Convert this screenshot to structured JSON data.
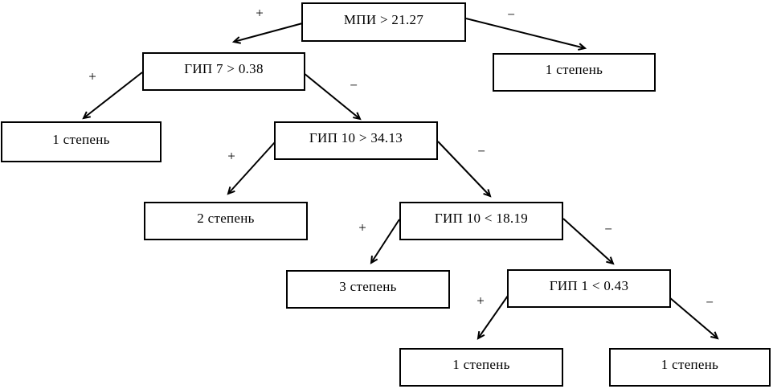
{
  "diagram": {
    "type": "decision-tree",
    "background_color": "#ffffff",
    "line_color": "#000000",
    "nodes": [
      {
        "id": "root",
        "kind": "decision",
        "label": "МПИ > 21.27"
      },
      {
        "id": "gip7",
        "kind": "decision",
        "label": "ГИП 7 > 0.38"
      },
      {
        "id": "deg1-top",
        "kind": "outcome",
        "label": "1 степень"
      },
      {
        "id": "deg1-left",
        "kind": "outcome",
        "label": "1 степень"
      },
      {
        "id": "gip10-gt",
        "kind": "decision",
        "label": "ГИП 10 > 34.13"
      },
      {
        "id": "deg2",
        "kind": "outcome",
        "label": "2 степень"
      },
      {
        "id": "gip10-lt",
        "kind": "decision",
        "label": "ГИП 10 < 18.19"
      },
      {
        "id": "deg3",
        "kind": "outcome",
        "label": "3 степень"
      },
      {
        "id": "gip1",
        "kind": "decision",
        "label": "ГИП 1 < 0.43"
      },
      {
        "id": "deg1-bl",
        "kind": "outcome",
        "label": "1 степень"
      },
      {
        "id": "deg1-br",
        "kind": "outcome",
        "label": "1 степень"
      }
    ],
    "edges": [
      {
        "from": "root",
        "to": "gip7",
        "sign": "+"
      },
      {
        "from": "root",
        "to": "deg1-top",
        "sign": "−"
      },
      {
        "from": "gip7",
        "to": "deg1-left",
        "sign": "+"
      },
      {
        "from": "gip7",
        "to": "gip10-gt",
        "sign": "−"
      },
      {
        "from": "gip10-gt",
        "to": "deg2",
        "sign": "+"
      },
      {
        "from": "gip10-gt",
        "to": "gip10-lt",
        "sign": "−"
      },
      {
        "from": "gip10-lt",
        "to": "deg3",
        "sign": "+"
      },
      {
        "from": "gip10-lt",
        "to": "gip1",
        "sign": "−"
      },
      {
        "from": "gip1",
        "to": "deg1-bl",
        "sign": "+"
      },
      {
        "from": "gip1",
        "to": "deg1-br",
        "sign": "−"
      }
    ]
  }
}
